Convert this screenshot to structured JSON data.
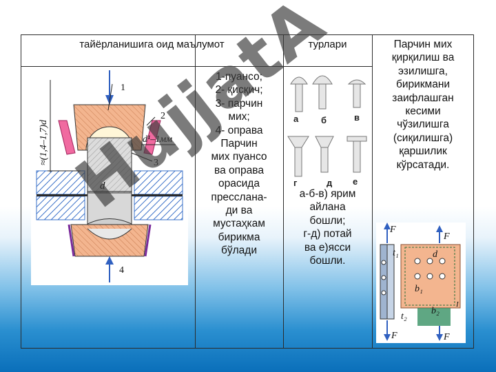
{
  "table": {
    "headers": [
      "тайёрланишига оид маълумот",
      "турлари",
      "Парчин мих"
    ],
    "col2_lines": [
      "1-пуансо;",
      "2- қисқич;",
      "3- парчин",
      "мих;",
      "4- оправа",
      "Парчин",
      "мих пуансо",
      "ва оправа",
      "орасида",
      "прессла­на-",
      "ди ва",
      "мустаҳкам",
      "бирикма",
      "бўлади"
    ],
    "col3_lines": [
      "а-б-в) ярим",
      "айлана",
      "бошли;",
      "г-д) потай",
      "ва е)ясси",
      "бошли."
    ],
    "col4_lines": [
      "қирқилиш ва",
      "эзилишга,",
      "бирикмани",
      "заифлашган",
      "кесими",
      "чўзилишга",
      "(сиқилишга)",
      "қаршилик",
      "кўрсатади."
    ]
  },
  "figure_riveting": {
    "formula": "≈(1,4–1,7)d",
    "dim_d1": "d¹–1мм",
    "dim_d": "d",
    "labels": [
      "1",
      "2",
      "3",
      "4"
    ]
  },
  "figure_types": {
    "labels": [
      "а",
      "б",
      "в",
      "г",
      "д",
      "е"
    ]
  },
  "figure_joint": {
    "labels": [
      "F",
      "F",
      "F",
      "F",
      "t₁",
      "d",
      "b₁",
      "t₂",
      "b₂",
      "I"
    ]
  },
  "watermark": "HujjatA",
  "colors": {
    "salmon": "#f2a87c",
    "pink": "#f06aa0",
    "blue_hatch": "#5a8fd0",
    "purple": "#8a3aa8",
    "grey": "#c8c8c8"
  }
}
